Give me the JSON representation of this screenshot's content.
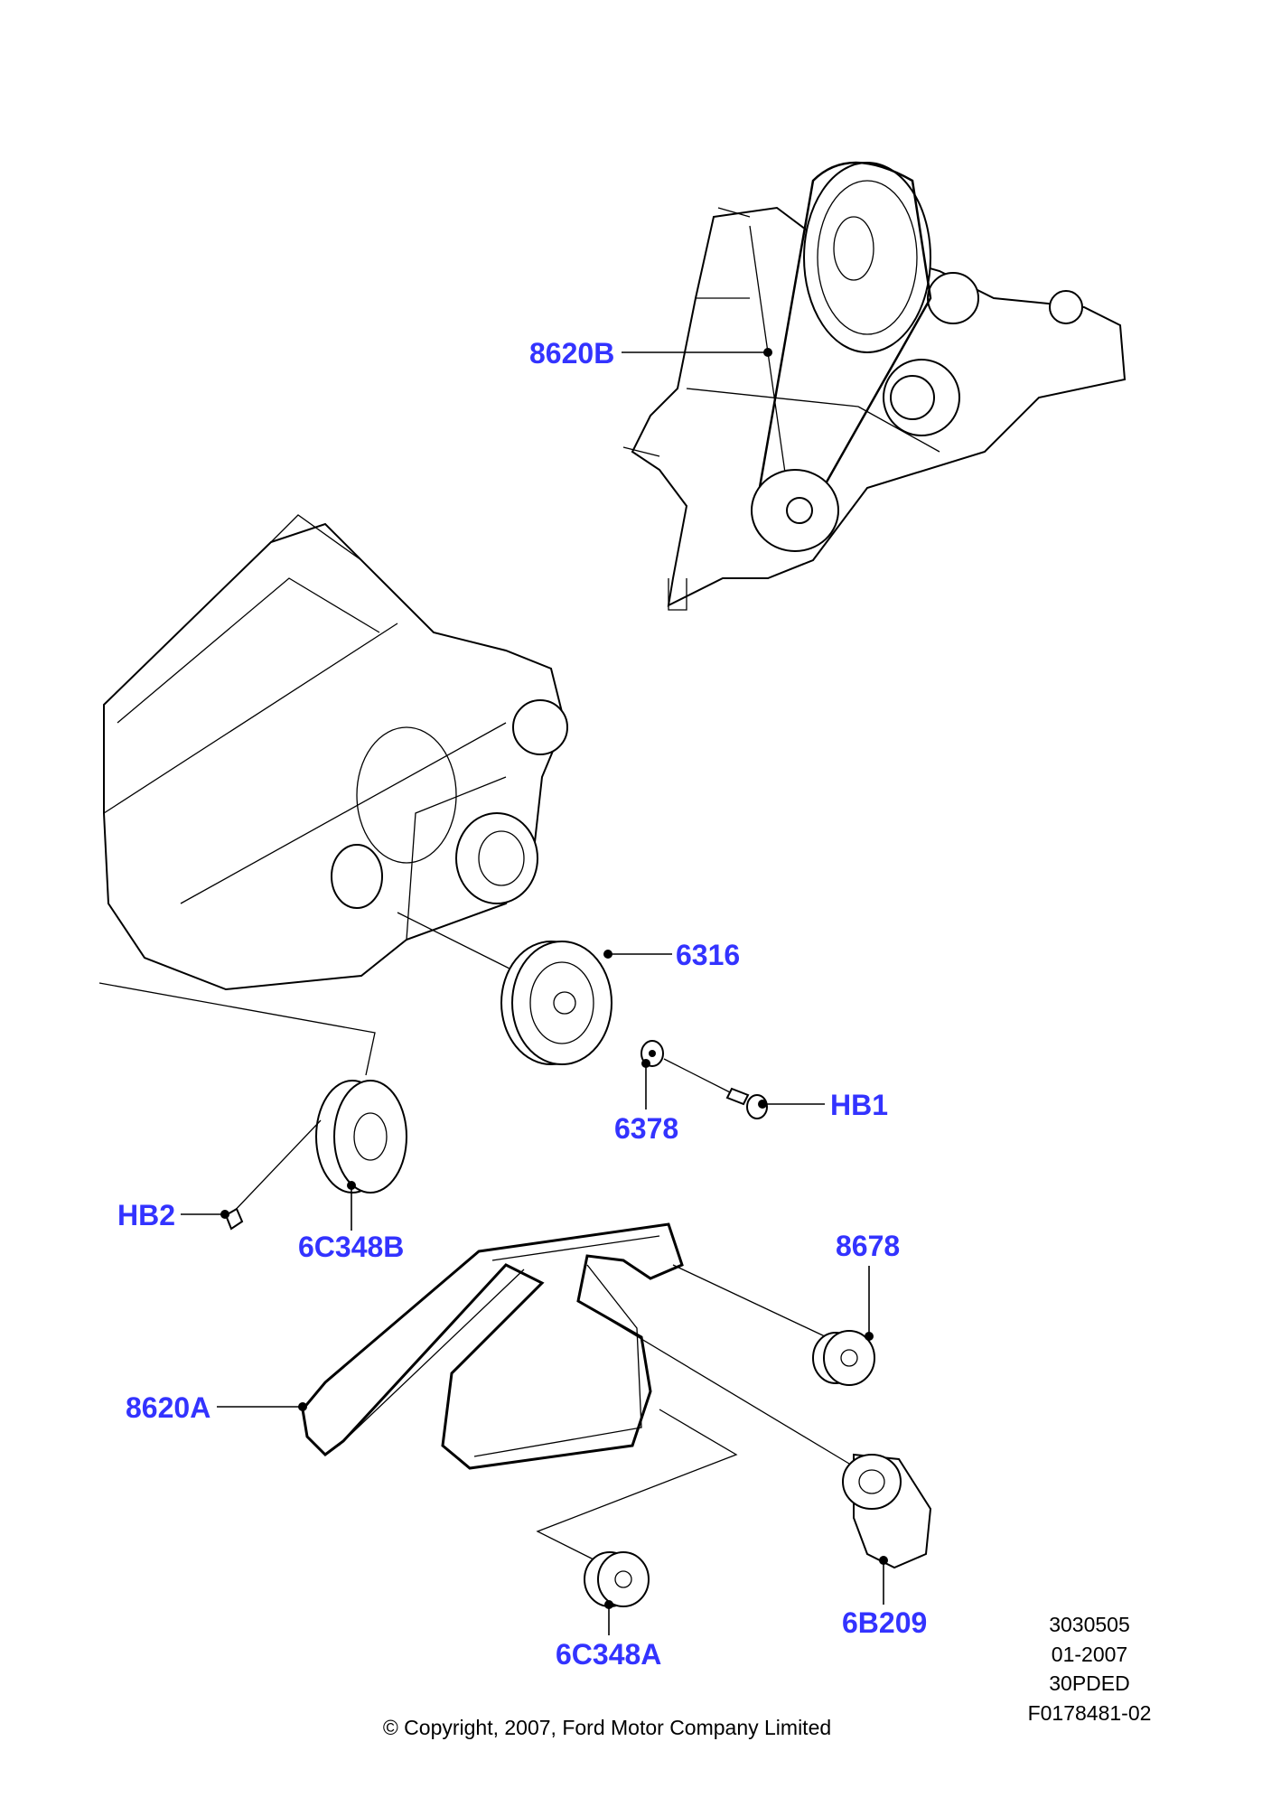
{
  "labels": {
    "water_pump_belt": "8620B",
    "crank_pulley": "6316",
    "washer": "6378",
    "bolt_hb1": "HB1",
    "bolt_hb2": "HB2",
    "idler_b": "6C348B",
    "idler_8678": "8678",
    "drive_belt": "8620A",
    "tensioner": "6B209",
    "idler_a": "6C348A"
  },
  "footer": {
    "copyright": "© Copyright, 2007, Ford Motor Company Limited",
    "codes": [
      "3030505",
      "01-2007",
      "30PDED",
      "F0178481-02"
    ]
  },
  "colors": {
    "label": "#3333ff"
  }
}
